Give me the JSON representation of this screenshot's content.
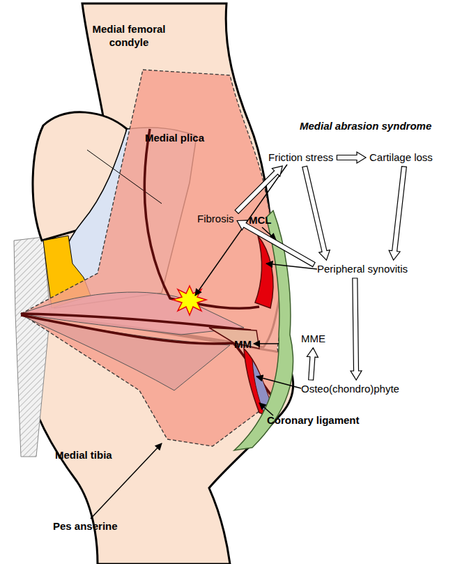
{
  "diagram": {
    "title": "Medial abrasion syndrome",
    "nodes": [
      {
        "text": [
          "Friction stress"
        ]
      },
      {
        "text": [
          "Cartilage loss"
        ]
      },
      {
        "text": [
          "Fibrosis"
        ]
      },
      {
        "text": [
          "Peripheral synovitis"
        ]
      },
      {
        "text": [
          "MME"
        ]
      },
      {
        "text": [
          "Osteo(chondro)phyte"
        ]
      }
    ],
    "edges": [
      {
        "from": 0,
        "to": 1,
        "arrow": "to"
      },
      {
        "from": 1,
        "to": 3,
        "arrow": "to"
      },
      {
        "from": 0,
        "to": 3,
        "arrow": "to"
      },
      {
        "from": 3,
        "to": 2,
        "arrow": "to"
      },
      {
        "from": 2,
        "to": 0,
        "arrow": "to"
      },
      {
        "from": 3,
        "to": 5,
        "arrow": "to"
      },
      {
        "from": 5,
        "to": 4,
        "arrow": "to"
      }
    ],
    "labels": [
      "Medial femoral condyle",
      "Medial plica",
      "MCL",
      "MM",
      "Coronary ligament",
      "Medial tibia",
      "Pes anserine"
    ]
  }
}
